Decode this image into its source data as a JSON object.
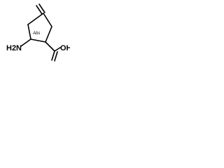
{
  "molecule": {
    "amine_label": "H2N",
    "acid_label": "OH",
    "stereo_label": "Abs",
    "bond_color": "#000000"
  }
}
